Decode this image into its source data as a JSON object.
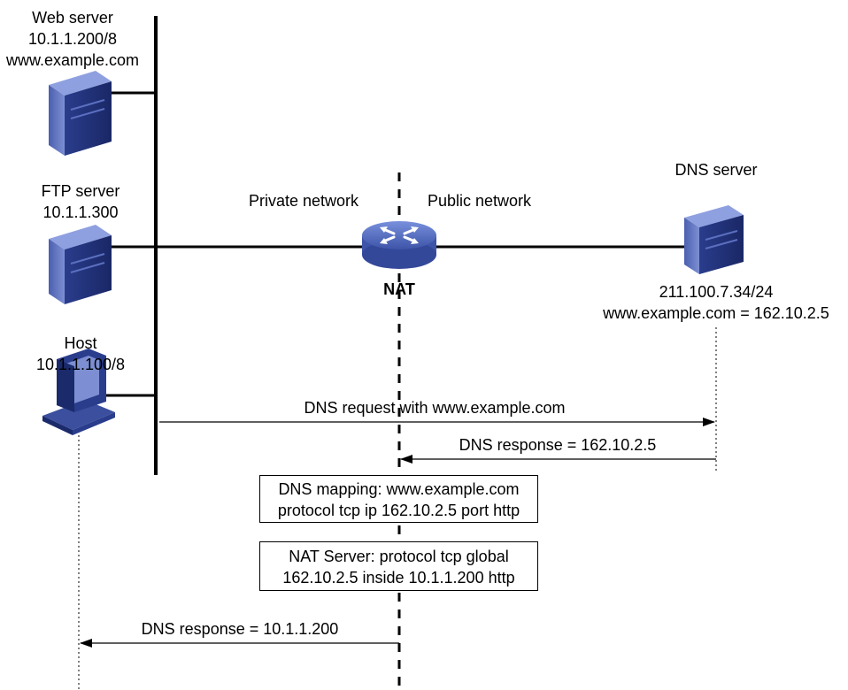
{
  "nodes": {
    "web_server": {
      "name": "Web server",
      "ip": "10.1.1.200/8",
      "domain": "www.example.com"
    },
    "ftp_server": {
      "name": "FTP server",
      "ip": "10.1.1.300"
    },
    "host": {
      "name": "Host",
      "ip": "10.1.1.100/8"
    },
    "dns_server": {
      "name": "DNS server",
      "ip": "211.100.7.34/24",
      "record": "www.example.com = 162.10.2.5"
    },
    "nat": {
      "name": "NAT"
    }
  },
  "zones": {
    "private": "Private network",
    "public": "Public network"
  },
  "messages": {
    "dns_request": "DNS request with www.example.com",
    "dns_response_public": "DNS response = 162.10.2.5",
    "dns_response_private": "DNS response = 10.1.1.200"
  },
  "config_boxes": {
    "dns_mapping": {
      "line1": "DNS mapping: www.example.com",
      "line2": "protocol tcp ip 162.10.2.5 port http"
    },
    "nat_server": {
      "line1": "NAT Server: protocol tcp global",
      "line2": "162.10.2.5 inside 10.1.1.200 http"
    }
  },
  "colors": {
    "device_dark": "#1b2a6b",
    "device_mid": "#3b4f9e",
    "device_light": "#6f82c8",
    "router": "#5a73c6",
    "line": "#000000"
  }
}
